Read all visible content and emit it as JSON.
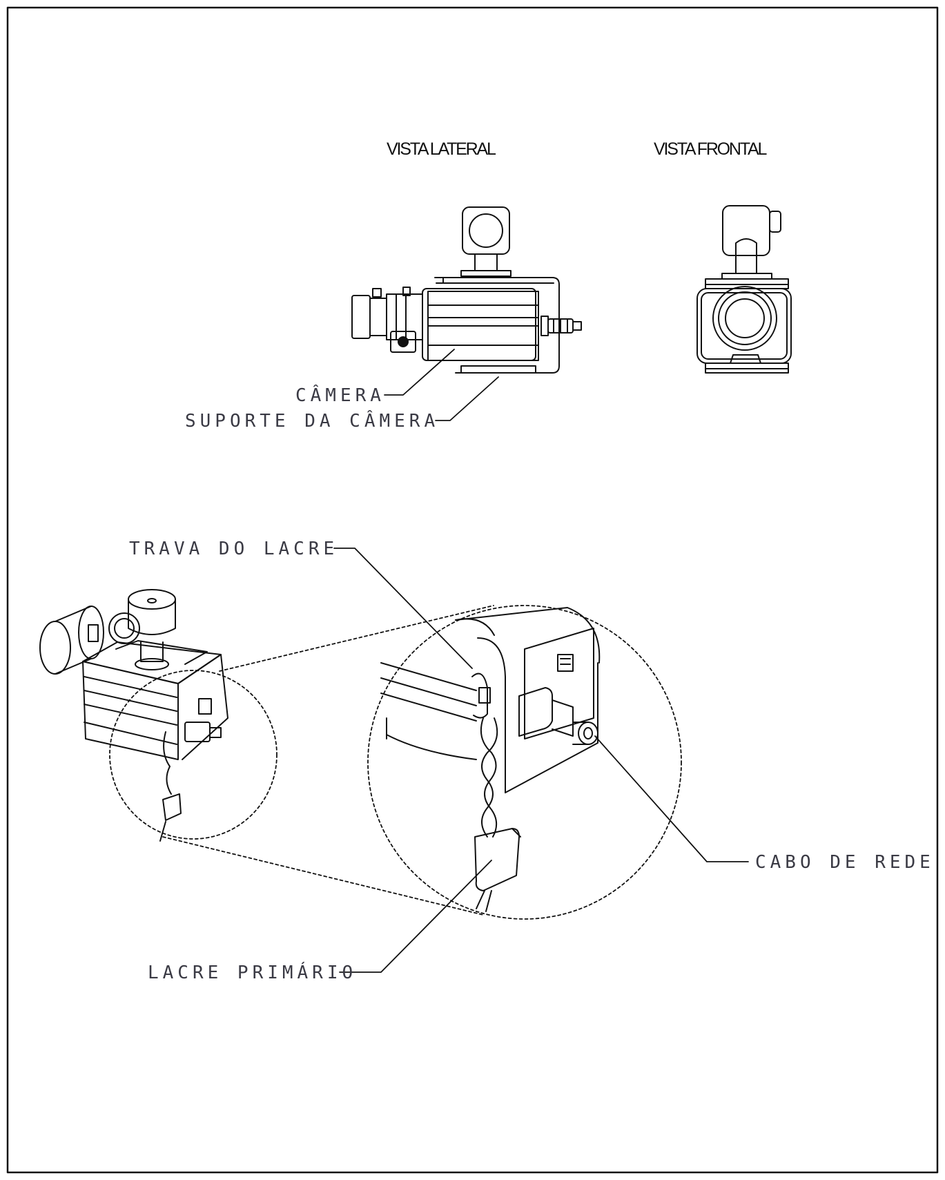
{
  "views": {
    "lateral": "VISTA LATERAL",
    "frontal": "VISTA FRONTAL"
  },
  "labels": {
    "camera": "CÂMERA",
    "suporte": "SUPORTE DA CÂMERA",
    "trava": "TRAVA DO LACRE",
    "cabo": "CABO DE REDE",
    "lacre": "LACRE PRIMÁRIO"
  },
  "colors": {
    "line": "#111111",
    "text": "#3a3a44",
    "background": "#ffffff"
  }
}
